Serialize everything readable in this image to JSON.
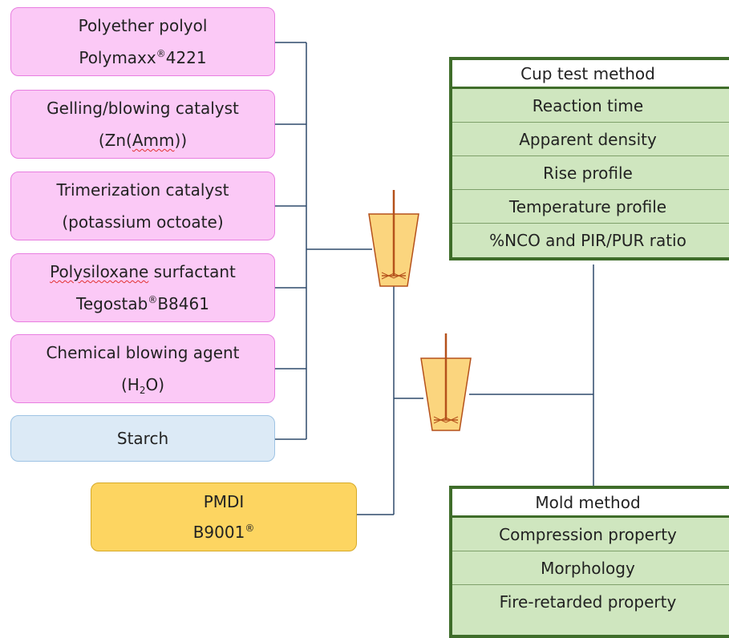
{
  "ingredients": [
    {
      "line1": "Polyether polyol",
      "line2_main": "Polymaxx",
      "line2_sup": "®",
      "line2_after": "4221"
    },
    {
      "line1": "Gelling/blowing catalyst",
      "line2_pre": "(Zn(",
      "line2_squig": "Amm",
      "line2_after": "))"
    },
    {
      "line1": "Trimerization catalyst",
      "line2": "(potassium octoate)"
    },
    {
      "line1_squig": "Polysiloxane",
      "line1_after": " surfactant",
      "line2_main": "Tegostab",
      "line2_sup": "®",
      "line2_after": "B8461"
    },
    {
      "line1": "Chemical blowing agent",
      "line2_pre": "(H",
      "line2_sub": "2",
      "line2_after": "O)"
    }
  ],
  "starch": {
    "label": "Starch"
  },
  "pmdi": {
    "line1": "PMDI",
    "line2_main": "B9001",
    "line2_sup": "®"
  },
  "cup_test": {
    "title": "Cup test method",
    "items": [
      "Reaction time",
      "Apparent density",
      "Rise profile",
      "Temperature profile",
      "%NCO and PIR/PUR ratio"
    ]
  },
  "mold": {
    "title": "Mold method",
    "items": [
      "Compression property",
      "Morphology",
      "Fire-retarded property"
    ]
  },
  "colors": {
    "ingredient_fill": "#fbc9f6",
    "starch_fill": "#dceaf6",
    "pmdi_fill": "#fdd561",
    "panel_fill": "#cfe6bf",
    "panel_border": "#3f6d2a",
    "connector": "#2e4a6b",
    "beaker_fill": "#fbd57e",
    "stirrer": "#b5511b"
  }
}
